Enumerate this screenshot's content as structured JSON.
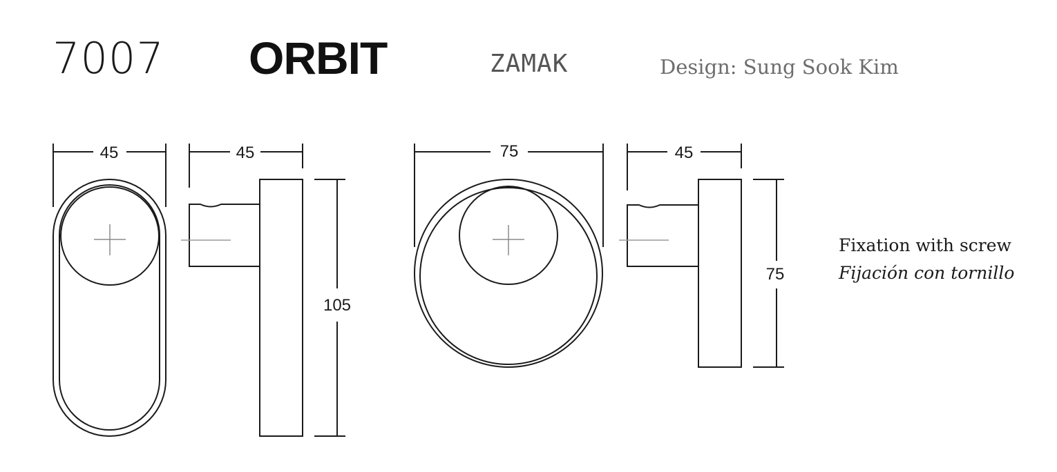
{
  "header": {
    "code": "7007",
    "name": "ORBIT",
    "material": "ZAMAK",
    "designer": "Design: Sung Sook Kim"
  },
  "dimensions": {
    "oval_front_width": "45",
    "oval_side_depth": "45",
    "oval_height": "105",
    "round_front_width": "75",
    "round_side_depth": "45",
    "round_height": "75"
  },
  "notes": {
    "fixation_en": "Fixation with screw",
    "fixation_es": "Fijación con tornillo"
  }
}
